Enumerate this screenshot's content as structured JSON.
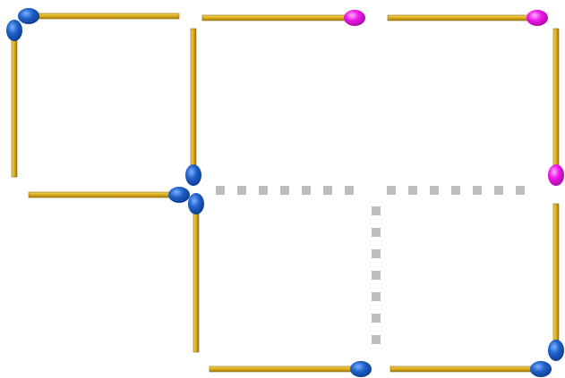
{
  "puzzle": {
    "matchsticks": [
      {
        "id": "top-left-horizontal",
        "orientation": "horizontal",
        "head_color": "blue",
        "head_end": "start"
      },
      {
        "id": "top-middle-horizontal",
        "orientation": "horizontal",
        "head_color": "magenta",
        "head_end": "end"
      },
      {
        "id": "top-right-horizontal",
        "orientation": "horizontal",
        "head_color": "magenta",
        "head_end": "end"
      },
      {
        "id": "upper-left-vertical",
        "orientation": "vertical",
        "head_color": "blue",
        "head_end": "start"
      },
      {
        "id": "upper-middle-vertical",
        "orientation": "vertical",
        "head_color": "blue",
        "head_end": "end"
      },
      {
        "id": "upper-right-vertical",
        "orientation": "vertical",
        "head_color": "magenta",
        "head_end": "end"
      },
      {
        "id": "middle-left-horizontal",
        "orientation": "horizontal",
        "head_color": "blue",
        "head_end": "end"
      },
      {
        "id": "lower-middle-vertical",
        "orientation": "vertical",
        "head_color": "blue",
        "head_end": "start"
      },
      {
        "id": "lower-right-vertical",
        "orientation": "vertical",
        "head_color": "blue",
        "head_end": "end"
      },
      {
        "id": "bottom-middle-horizontal",
        "orientation": "horizontal",
        "head_color": "blue",
        "head_end": "end"
      },
      {
        "id": "bottom-right-horizontal",
        "orientation": "horizontal",
        "head_color": "blue",
        "head_end": "end"
      }
    ],
    "empty_slots": [
      {
        "id": "middle-center-horizontal-slot",
        "orientation": "horizontal"
      },
      {
        "id": "middle-right-horizontal-slot",
        "orientation": "horizontal"
      },
      {
        "id": "lower-center-vertical-slot",
        "orientation": "vertical"
      }
    ]
  },
  "colors": {
    "stick_body": "#d9a817",
    "stick_highlight": "#f6d45a",
    "stick_edge": "#8a6a12",
    "head_blue": "#1f62c9",
    "head_blue_dark": "#0c3a8e",
    "head_magenta": "#f016ea",
    "head_magenta_dark": "#a30d9f",
    "slot_dash": "#bdbdbd",
    "background": "#ffffff"
  }
}
